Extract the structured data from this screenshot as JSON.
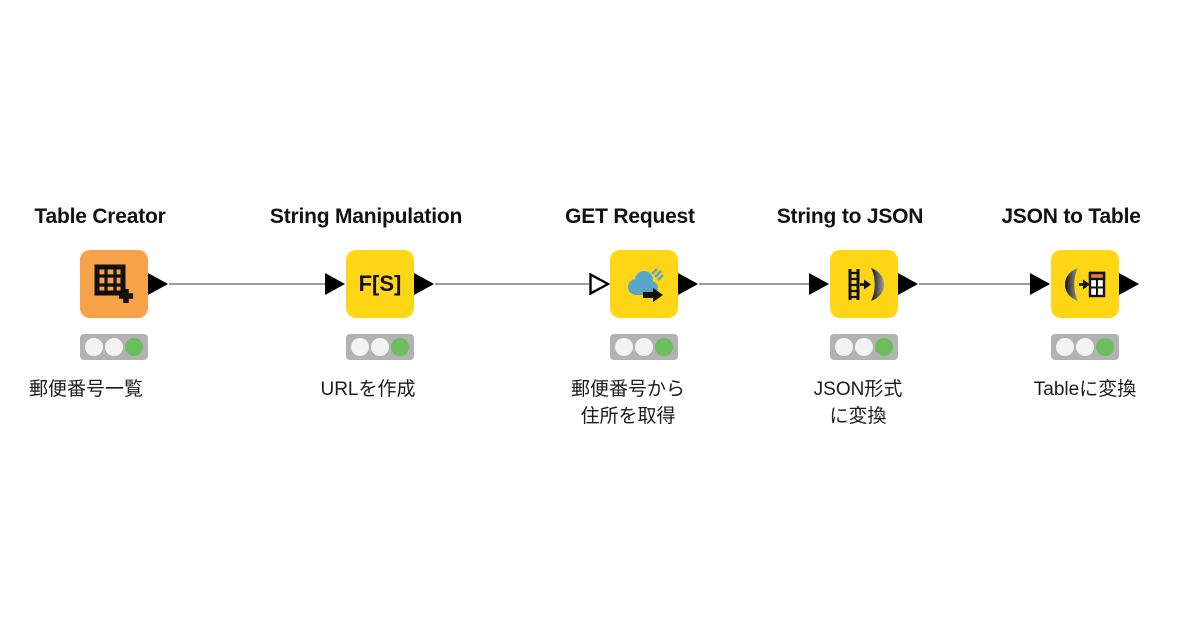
{
  "app": "KNIME workflow canvas",
  "colors": {
    "background": "#ffffff",
    "node_yellow": "#ffd616",
    "node_orange": "#f7a148",
    "port_black": "#000000",
    "connection_gray": "#9b9b9b",
    "traffic_bar_gray": "#b2b2b2",
    "light_off_white": "#f3f3f3",
    "light_executed_green": "#6cbe5c",
    "cloud_blue": "#57a5c8",
    "table_header_orange": "#e88024",
    "title_text": "#111111"
  },
  "nodes": [
    {
      "title": "Table Creator",
      "icon": "table-plus-icon",
      "body_color": "#f7a148",
      "status": "executed",
      "status_lights": [
        "off",
        "off",
        "green"
      ],
      "annotation": [
        "郵便番号一覧"
      ],
      "ports": {
        "in": "none",
        "out": "filled-triangle"
      }
    },
    {
      "title": "String Manipulation",
      "icon": "f[s]-icon",
      "icon_text": "F[S]",
      "body_color": "#ffd616",
      "status": "executed",
      "status_lights": [
        "off",
        "off",
        "green"
      ],
      "annotation": [
        "URLを作成"
      ],
      "ports": {
        "in": "filled-triangle",
        "out": "filled-triangle"
      }
    },
    {
      "title": "GET Request",
      "icon": "cloud-arrow-icon",
      "body_color": "#ffd616",
      "status": "executed",
      "status_lights": [
        "off",
        "off",
        "green"
      ],
      "annotation": [
        "郵便番号から",
        "住所を取得"
      ],
      "ports": {
        "in": "hollow-triangle",
        "out": "filled-triangle"
      }
    },
    {
      "title": "String to JSON",
      "icon": "string-to-json-icon",
      "body_color": "#ffd616",
      "status": "executed",
      "status_lights": [
        "off",
        "off",
        "green"
      ],
      "annotation": [
        "JSON形式",
        "に変換"
      ],
      "ports": {
        "in": "filled-triangle",
        "out": "filled-triangle"
      }
    },
    {
      "title": "JSON to Table",
      "icon": "json-to-table-icon",
      "body_color": "#ffd616",
      "status": "executed",
      "status_lights": [
        "off",
        "off",
        "green"
      ],
      "annotation": [
        "Tableに変換"
      ],
      "ports": {
        "in": "filled-triangle",
        "out": "filled-triangle"
      }
    }
  ],
  "connections": [
    {
      "from": "Table Creator",
      "to": "String Manipulation"
    },
    {
      "from": "String Manipulation",
      "to": "GET Request"
    },
    {
      "from": "GET Request",
      "to": "String to JSON"
    },
    {
      "from": "String to JSON",
      "to": "JSON to Table"
    }
  ]
}
